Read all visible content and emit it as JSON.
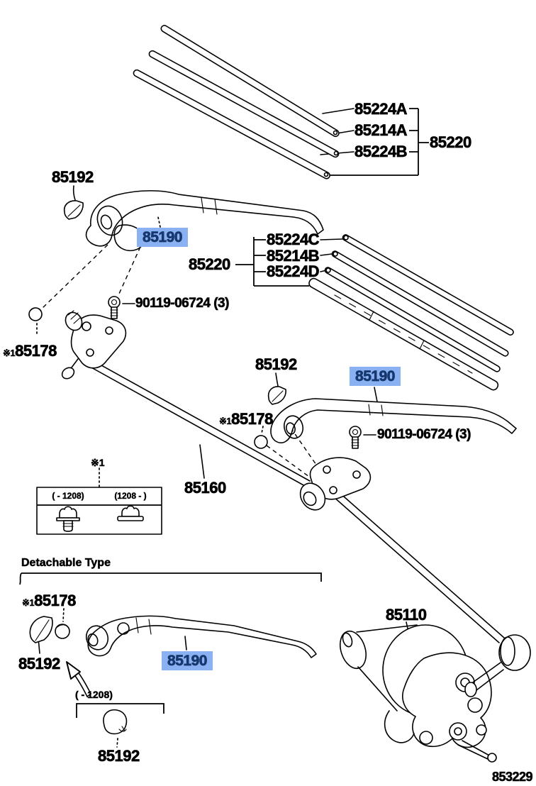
{
  "figure": {
    "code": "853229",
    "detachable_heading": "Detachable Type"
  },
  "notes": {
    "footnote_marker": "※1"
  },
  "highlight": {
    "background": "#8AB2F2",
    "text_color": "#17386E"
  },
  "parts": {
    "wiper_blade_group": "85220",
    "blade_top_1": "85224A",
    "blade_refill_top": "85214A",
    "blade_top_2": "85224B",
    "blade_mid_1": "85224C",
    "blade_refill_mid": "85214B",
    "blade_mid_2": "85224D",
    "wiper_arm": "85190",
    "arm_head_cap": "85192",
    "pivot_grommet": "85178",
    "pivot_bolt": "90119-06724 (3)",
    "wiper_link": "85160",
    "wiper_motor": "85110"
  },
  "applicability": {
    "until": "( - 1208)",
    "from": "(1208 - )",
    "bottom_until": "( - 1208)"
  }
}
